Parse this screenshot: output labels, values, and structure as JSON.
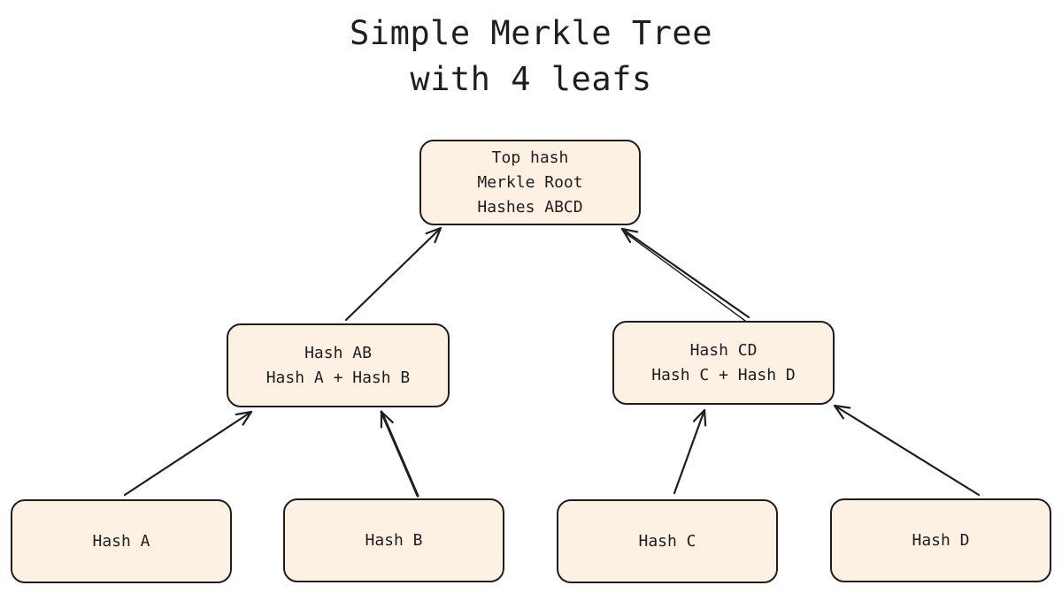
{
  "title": {
    "line1": "Simple Merkle Tree",
    "line2": "with 4 leafs"
  },
  "nodes": {
    "root": {
      "lines": [
        "Top hash",
        "Merkle Root",
        "Hashes ABCD"
      ]
    },
    "ab": {
      "lines": [
        "Hash AB",
        "Hash A + Hash B"
      ]
    },
    "cd": {
      "lines": [
        "Hash CD",
        "Hash C + Hash D"
      ]
    },
    "a": {
      "label": "Hash A"
    },
    "b": {
      "label": "Hash B"
    },
    "c": {
      "label": "Hash C"
    },
    "d": {
      "label": "Hash D"
    }
  },
  "edges": [
    {
      "from": "a",
      "to": "ab"
    },
    {
      "from": "b",
      "to": "ab"
    },
    {
      "from": "c",
      "to": "cd"
    },
    {
      "from": "d",
      "to": "cd"
    },
    {
      "from": "ab",
      "to": "root"
    },
    {
      "from": "cd",
      "to": "root"
    }
  ],
  "colors": {
    "node_fill": "#fdf1e3",
    "stroke": "#1e1e1e",
    "background": "#ffffff"
  }
}
